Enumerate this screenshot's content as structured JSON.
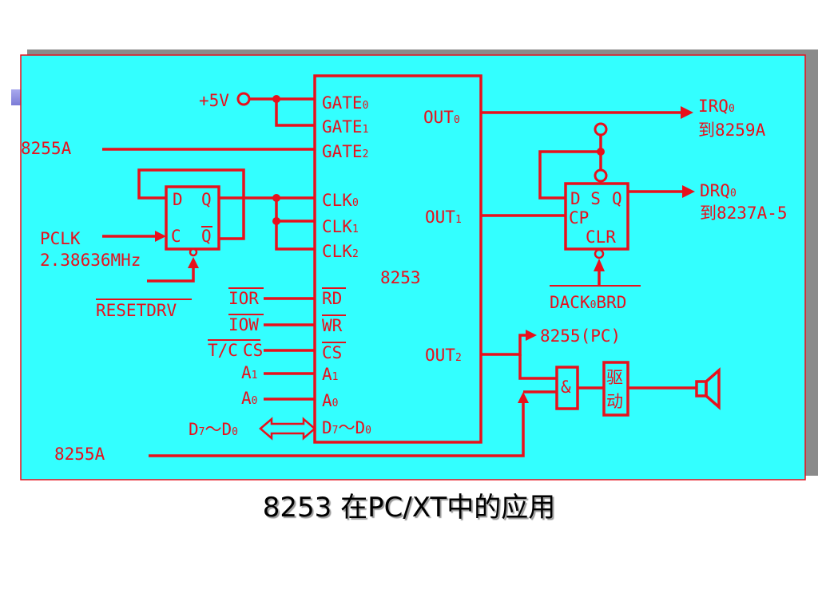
{
  "caption": "8253 在PC/XT中的应用",
  "chip": {
    "name": "8253",
    "gate0": "GATE",
    "gate1": "GATE",
    "gate2": "GATE",
    "clk0": "CLK",
    "clk1": "CLK",
    "clk2": "CLK",
    "out0": "OUT",
    "out1": "OUT",
    "out2": "OUT",
    "rd": "RD",
    "wr": "WR",
    "cs": "CS",
    "a1": "A",
    "a0": "A",
    "data": "D",
    "data_sep": "～",
    "sub0": "0",
    "sub1": "1",
    "sub2": "2",
    "sub7": "7"
  },
  "left": {
    "plus5v": "+5V",
    "ppi_top": "8255A",
    "pclk": "PCLK",
    "pclk_freq": "2.38636MHz",
    "resetdrv": "RESETDRV",
    "ior": "IOR",
    "iow": "IOW",
    "tc": "T/C",
    "cs": "CS",
    "a1": "A",
    "a0": "A",
    "data": "D",
    "ppi_bottom": "8255A"
  },
  "ff_left": {
    "d": "D",
    "q": "Q",
    "c": "C",
    "qbar": "Q"
  },
  "ff_right": {
    "ds": "D S",
    "q": "Q",
    "cp": "CP",
    "clr": "CLR"
  },
  "right": {
    "irq": "IRQ",
    "irq_dest": "到8259A",
    "drq": "DRQ",
    "drq_dest": "到8237A-5",
    "dack": "DACK",
    "dack_suffix": "BRD",
    "ppi_pc5": "8255(PC",
    "ppi_pc5_close": ")",
    "and_gate": "&",
    "driver_1": "驱",
    "driver_2": "动"
  }
}
